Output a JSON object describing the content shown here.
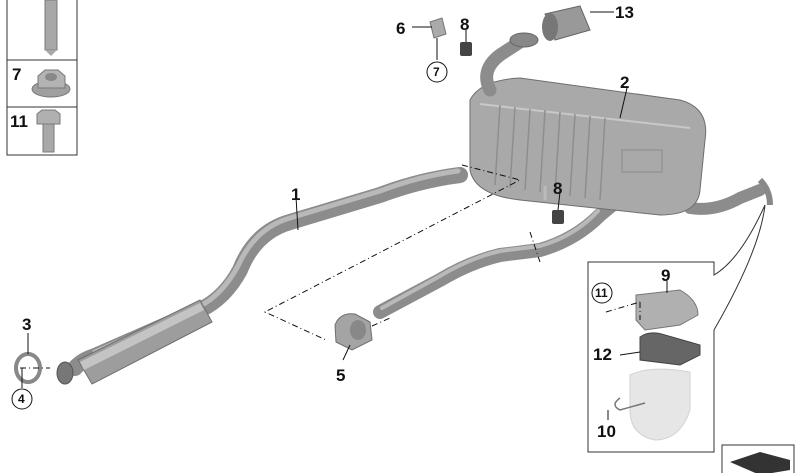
{
  "diagram": {
    "callouts": {
      "p1": "1",
      "p2": "2",
      "p3": "3",
      "p4": "4",
      "p5": "5",
      "p6": "6",
      "p7": "7",
      "p8a": "8",
      "p8b": "8",
      "p9": "9",
      "p10": "10",
      "p11": "11",
      "p12": "12",
      "p13": "13"
    },
    "legend_panel": {
      "items": [
        {
          "number": "7"
        },
        {
          "number": "11"
        }
      ]
    },
    "colors": {
      "part": "#9a9a9a",
      "outline": "#333333",
      "label": "#111111"
    }
  }
}
